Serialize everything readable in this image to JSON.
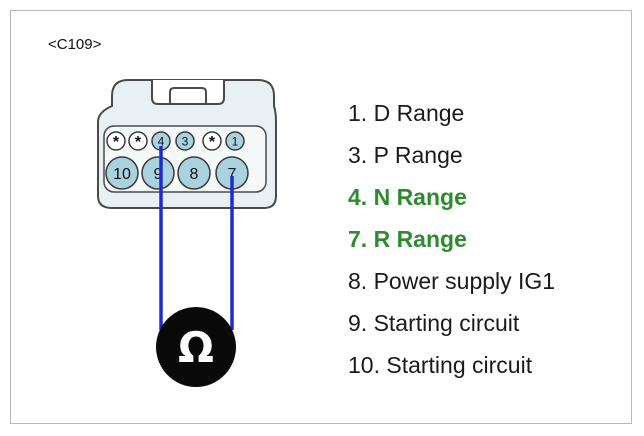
{
  "connector_id": "<C109>",
  "pins_top": [
    "*",
    "*",
    "4",
    "3",
    "*",
    "1"
  ],
  "pins_bottom": [
    "10",
    "9",
    "8",
    "7"
  ],
  "meter_symbol": "Ω",
  "legend": [
    {
      "text": "1. D Range",
      "highlight": false
    },
    {
      "text": "3. P Range",
      "highlight": false
    },
    {
      "text": "4. N Range",
      "highlight": true
    },
    {
      "text": "7. R Range",
      "highlight": true
    },
    {
      "text": "8. Power supply IG1",
      "highlight": false
    },
    {
      "text": "9. Starting circuit",
      "highlight": false
    },
    {
      "text": "10. Starting circuit",
      "highlight": false
    }
  ],
  "colors": {
    "connector_body": "#e8f0f3",
    "pin_fill": "#a9d1de",
    "probe_wire": "#1f2bd0",
    "highlight_text": "#2e8b2e"
  }
}
